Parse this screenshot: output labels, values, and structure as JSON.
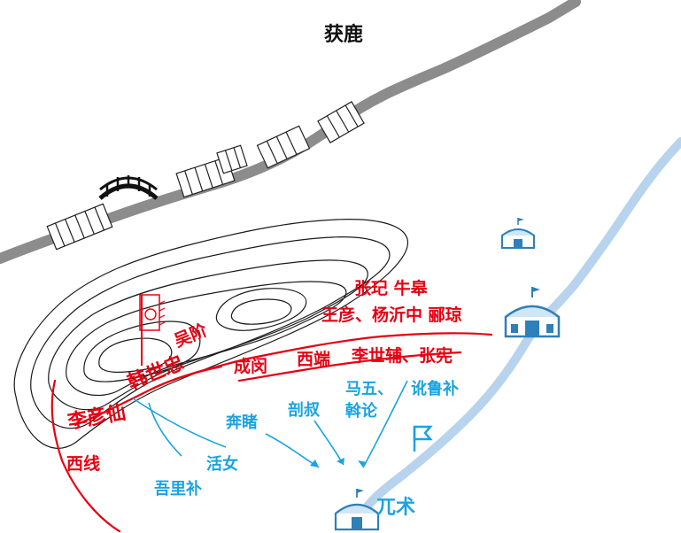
{
  "title": "获鹿",
  "colors": {
    "road": "#8c8c8c",
    "river": "#b7d3ee",
    "song_lines": "#e60012",
    "jin_arrows": "#1aa3e0",
    "camp_icon": "#2f7fb8",
    "contour": "#1a1a1a"
  },
  "icons": {
    "bridge": "bridge-icon",
    "camp_small": "yurt-camp-icon",
    "camp_large": "yurt-camp-icon",
    "camp_bottom": "yurt-camp-icon",
    "flag": "flag-icon",
    "banner": "banner-icon"
  },
  "song_labels": {
    "zhang_ji": "张玘 牛皋",
    "wang_yan": "王彦、杨沂中  郦琼",
    "wu_jie": "吴阶",
    "han_shizhong": "韩世忠",
    "cheng_min": "成闵",
    "xi_duan": "西端",
    "li_shifu": "李世辅、张宪",
    "li_yanxian": "李彦仙",
    "xixian": "西线"
  },
  "jin_labels": {
    "ma_wu": "马五、",
    "wuluobu": "讹鲁补",
    "pou_shu": "剖叔",
    "wo_lun": "斡论",
    "ben_du": "奔睹",
    "huo_nv": "活女",
    "wulibu": "吾里补",
    "wuzhu": "兀术"
  }
}
